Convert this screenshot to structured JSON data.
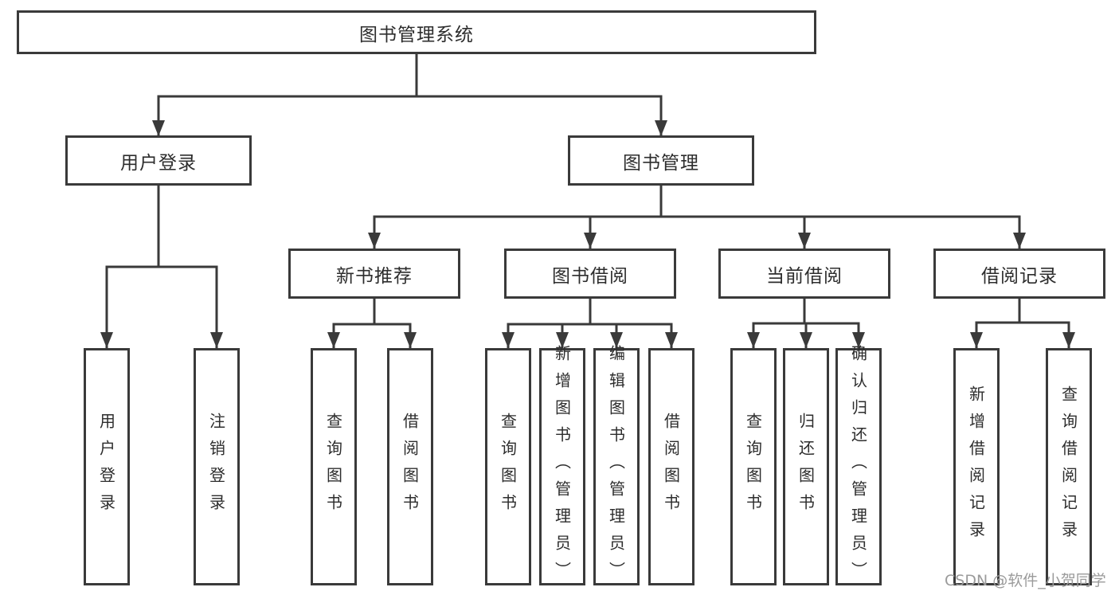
{
  "diagram": {
    "root": {
      "label": "图书管理系统"
    },
    "level2": [
      {
        "label": "用户登录"
      },
      {
        "label": "图书管理"
      }
    ],
    "level3": [
      {
        "label": "新书推荐",
        "parent": "图书管理"
      },
      {
        "label": "图书借阅",
        "parent": "图书管理"
      },
      {
        "label": "当前借阅",
        "parent": "图书管理"
      },
      {
        "label": "借阅记录",
        "parent": "图书管理"
      }
    ],
    "leaves": [
      {
        "label": "用户登录",
        "parent": "用户登录"
      },
      {
        "label": "注销登录",
        "parent": "用户登录"
      },
      {
        "label": "查询图书",
        "parent": "新书推荐"
      },
      {
        "label": "借阅图书",
        "parent": "新书推荐"
      },
      {
        "label": "查询图书",
        "parent": "图书借阅"
      },
      {
        "label": "新增图书（管理员）",
        "parent": "图书借阅"
      },
      {
        "label": "编辑图书（管理员）",
        "parent": "图书借阅"
      },
      {
        "label": "借阅图书",
        "parent": "图书借阅"
      },
      {
        "label": "查询图书",
        "parent": "当前借阅"
      },
      {
        "label": "归还图书",
        "parent": "当前借阅"
      },
      {
        "label": "确认归还（管理员）",
        "parent": "当前借阅"
      },
      {
        "label": "新增借阅记录",
        "parent": "借阅记录"
      },
      {
        "label": "查询借阅记录",
        "parent": "借阅记录"
      }
    ],
    "watermark": {
      "text": "CSDN @软件_小贺同学",
      "color": "#9b9b9b"
    },
    "colors": {
      "line": "#3a3a3a",
      "text": "#2d2d2d",
      "box_background": "#ffffff",
      "page_background": "#ffffff"
    }
  }
}
